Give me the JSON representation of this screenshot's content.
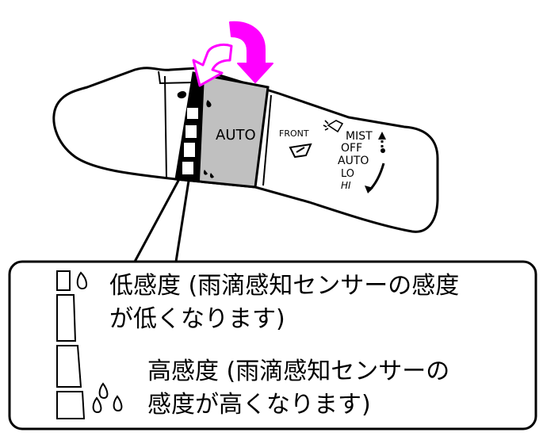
{
  "lever": {
    "auto_label": "AUTO",
    "front_label": "FRONT",
    "modes": [
      "MIST",
      "OFF",
      "AUTO",
      "LO",
      "HI"
    ]
  },
  "callout": {
    "low_line1": "低感度 (雨滴感知センサーの感度",
    "low_line2": "が低くなります)",
    "high_line1": "高感度 (雨滴感知センサーの",
    "high_line2": "感度が高くなります)"
  },
  "colors": {
    "arrow": "#ff00ff",
    "switch_gray": "#c0c0c0",
    "outline": "#000000"
  }
}
